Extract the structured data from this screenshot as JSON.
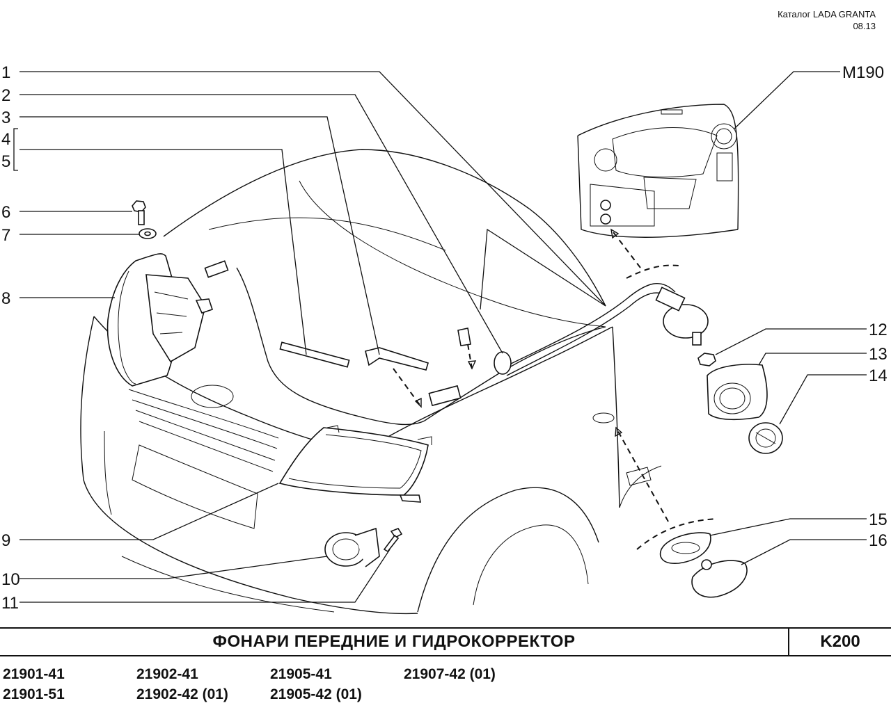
{
  "header": {
    "catalog_line": "Каталог  LADA  GRANTA",
    "date": "08.13"
  },
  "diagram": {
    "callouts": [
      "1",
      "2",
      "3",
      "4",
      "5",
      "6",
      "7",
      "8",
      "9",
      "10",
      "11",
      "12",
      "13",
      "14",
      "15",
      "16"
    ],
    "group_ref": "M190"
  },
  "title_bar": {
    "title": "ФОНАРИ  ПЕРЕДНИЕ  И  ГИДРОКОРРЕКТОР",
    "code": "K200"
  },
  "models": [
    [
      "21901-41",
      "21901-51"
    ],
    [
      "21902-41",
      "21902-42 (01)"
    ],
    [
      "21905-41",
      "21905-42 (01)"
    ],
    [
      "21907-42 (01)"
    ]
  ]
}
